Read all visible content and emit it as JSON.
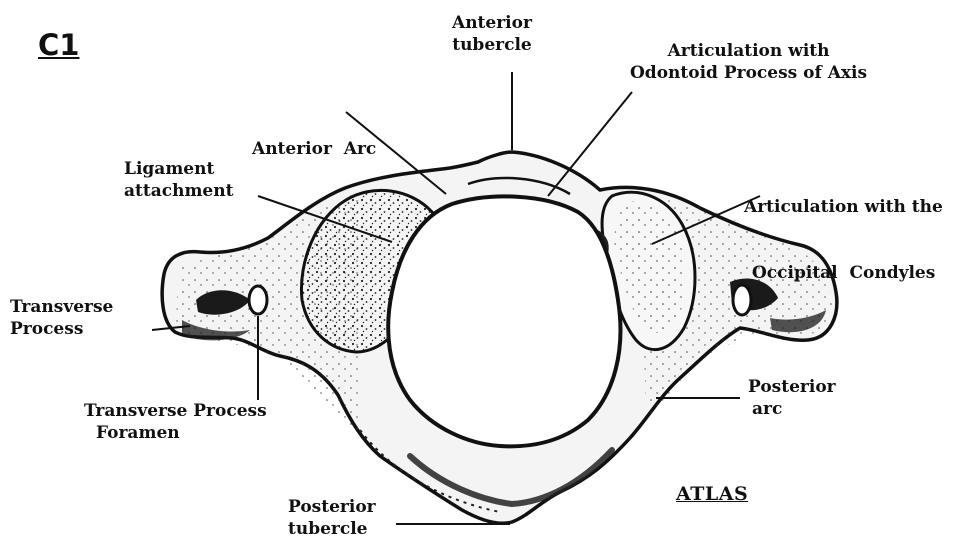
{
  "title": "C1",
  "subtitle": "ATLAS",
  "labels": {
    "anterior_tubercle": [
      "Anterior",
      "tubercle"
    ],
    "odontoid_articulation": [
      "Articulation with",
      "Odontoid Process of Axis"
    ],
    "anterior_arc": [
      "Anterior  Arc"
    ],
    "ligament_attachment": [
      "Ligament",
      "attachment"
    ],
    "condyles_articulation": [
      "Articulation with the",
      "Occipital  Condyles"
    ],
    "transverse_process": [
      "Transverse",
      "Process"
    ],
    "transverse_process_foramen": [
      "Transverse Process",
      "Foramen"
    ],
    "posterior_arc": [
      "Posterior",
      "arc"
    ],
    "posterior_tubercle": [
      "Posterior",
      "tubercle"
    ]
  },
  "colors": {
    "ink": "#111111",
    "bone": "#f4f4f4",
    "shade": "#2a2a2a",
    "background": "#ffffff"
  }
}
